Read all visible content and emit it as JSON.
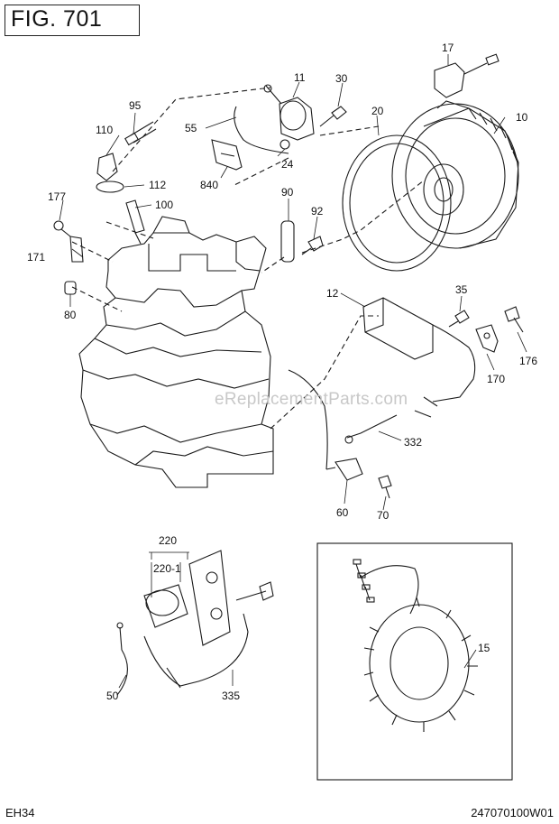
{
  "figure": {
    "title": "FIG. 701"
  },
  "footer": {
    "model": "EH34",
    "doc_number": "247070100W01"
  },
  "watermark": "eReplacementParts.com",
  "callouts": {
    "p17": "17",
    "p11": "11",
    "p30": "30",
    "p95": "95",
    "p110": "110",
    "p55": "55",
    "p20": "20",
    "p10": "10",
    "p24": "24",
    "p840": "840",
    "p112": "112",
    "p177": "177",
    "p100": "100",
    "p90": "90",
    "p92": "92",
    "p171": "171",
    "p80": "80",
    "p12": "12",
    "p35": "35",
    "p170": "170",
    "p176": "176",
    "p332": "332",
    "p60": "60",
    "p70": "70",
    "p220": "220",
    "p220_1": "220-1",
    "p50": "50",
    "p335": "335",
    "p15": "15"
  },
  "colors": {
    "line": "#1a1a1a",
    "background": "#ffffff",
    "watermark": "#c8c8c8"
  }
}
